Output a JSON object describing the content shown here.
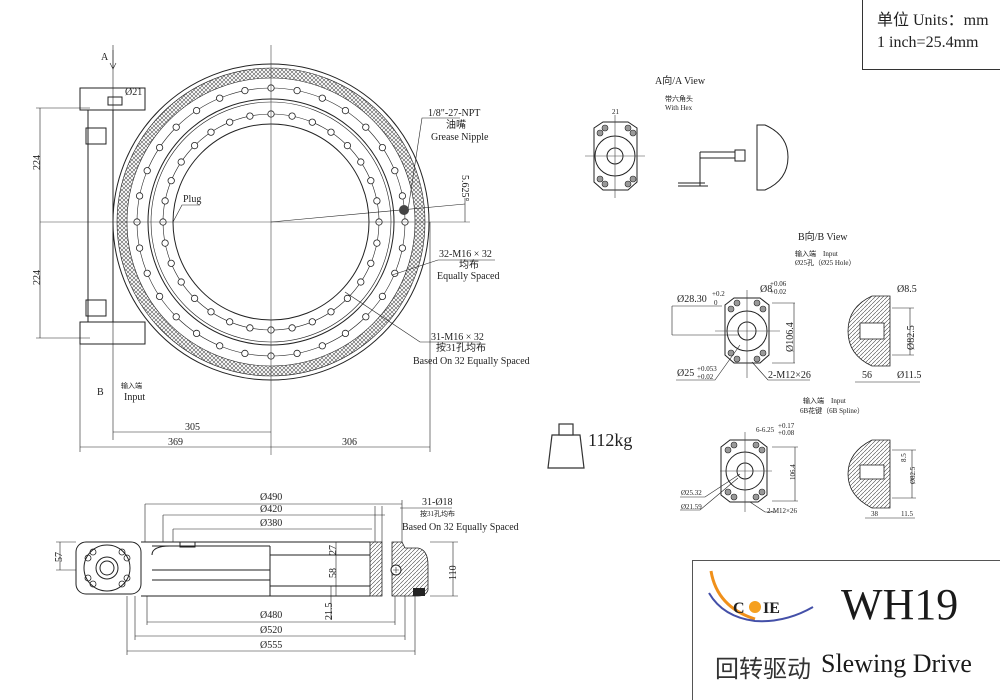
{
  "units": {
    "line1": "单位 Units：mm",
    "line2": "1 inch=25.4mm"
  },
  "title_block": {
    "logo_text": "COIE",
    "model": "WH19",
    "name_cn": "回转驱动",
    "name_en": "Slewing Drive"
  },
  "weight": {
    "label": "112kg",
    "icon": "weight-icon"
  },
  "main_view": {
    "arrow_a": "A",
    "arrow_b": "B",
    "dia_21": "Ø21",
    "dim_224_top": "224",
    "dim_224_bottom": "224",
    "grease": {
      "spec": "1/8\"-27-NPT",
      "cn": "油嘴",
      "en": "Grease Nipple"
    },
    "angle": "5.625°",
    "plug": "Plug",
    "outer_holes": {
      "spec": "32-M16 × 32",
      "cn": "均布",
      "en": "Equally Spaced"
    },
    "inner_holes": {
      "spec": "31-M16 × 32",
      "cn": "按31孔均布",
      "en": "Based On 32 Equally Spaced"
    },
    "input_cn": "输入端",
    "input_en": "Input",
    "dim_305": "305",
    "dim_369": "369",
    "dim_306": "306"
  },
  "side_view": {
    "d490": "Ø490",
    "d420": "Ø420",
    "d380": "Ø380",
    "holes": {
      "spec": "31-Ø18",
      "cn": "按31孔均布",
      "en": "Based On 32 Equally Spaced"
    },
    "d57": "57",
    "d27": "27",
    "d58": "58",
    "d110": "110",
    "d21_5": "21.5",
    "d480": "Ø480",
    "d520": "Ø520",
    "d555": "Ø555"
  },
  "a_view": {
    "title": "A向/A View",
    "sub": "带六角头",
    "sub_en": "With Hex",
    "d21": "21"
  },
  "b_view": {
    "title": "B向/B View",
    "input": "输入端　Input",
    "hole": "Ø25孔（Ø25 Hole）",
    "d28": "Ø28.30",
    "d28_tol_up": "+0.2",
    "d28_tol_low": "0",
    "d8": "Ø8",
    "d8_tol_up": "+0.06",
    "d8_tol_low": "+0.02",
    "d106": "Ø106.4",
    "d25": "Ø25",
    "d25_tol_up": "+0.053",
    "d25_tol_low": "+0.02",
    "m12": "2-M12×26",
    "d8_5": "Ø8.5",
    "d82_5": "Ø82.5",
    "d56": "56",
    "d11_5": "Ø11.5"
  },
  "spline_view": {
    "input": "输入端　Input",
    "spline": "6B花键（6B Spline）",
    "key": "6-6.25",
    "key_tol_up": "+0.17",
    "key_tol_low": "+0.08",
    "d106": "106.4",
    "d25_32": "Ø25.32",
    "d21_59": "Ø21.59",
    "m12": "2-M12×26",
    "d8_5": "8.5",
    "d82_5": "Ø82.5",
    "d38": "38",
    "d11_5": "11.5"
  }
}
